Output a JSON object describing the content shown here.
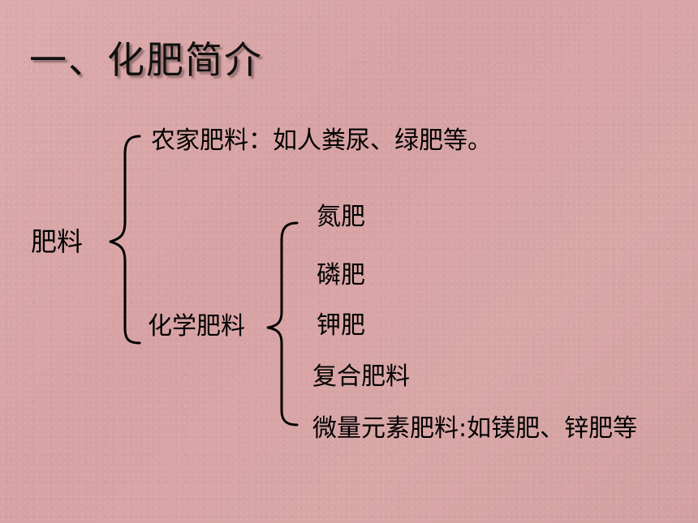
{
  "slide": {
    "title": "一、化肥简介",
    "root_label": "肥料",
    "branches": {
      "farm_manure": "农家肥料：如人粪尿、绿肥等。",
      "chemical_fertilizer": "化学肥料"
    },
    "chemical_types": {
      "nitrogen": "氮肥",
      "phosphate": "磷肥",
      "potash": "钾肥",
      "compound": "复合肥料",
      "micronutrient": "微量元素肥料:如镁肥、锌肥等"
    }
  }
}
